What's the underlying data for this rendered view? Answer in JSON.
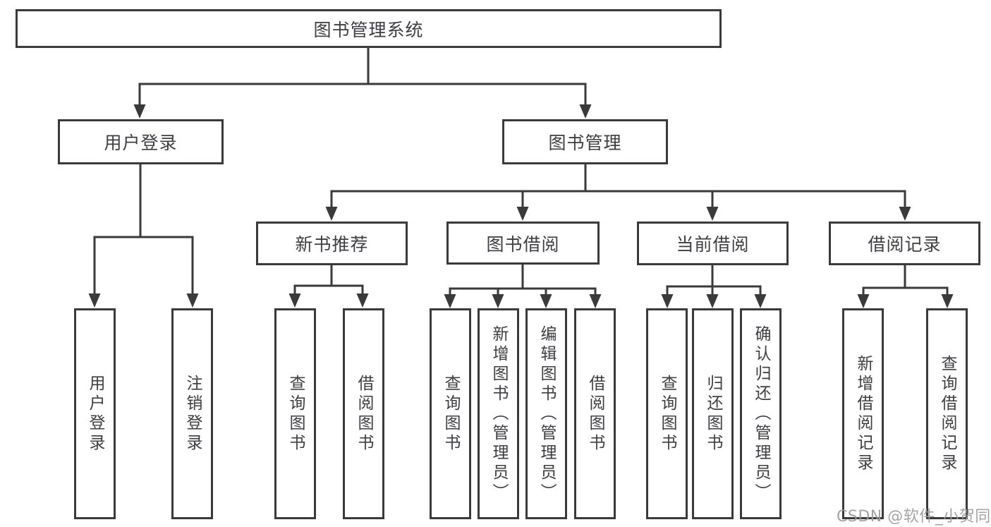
{
  "title": {
    "label": "图书管理系统"
  },
  "nodes": {
    "user_login": {
      "label": "用户登录",
      "children": [
        "用户登录",
        "注销登录"
      ]
    },
    "book_mgmt": {
      "label": "图书管理",
      "children": {
        "new_books": {
          "label": "新书推荐",
          "children": [
            "查询图书",
            "借阅图书"
          ]
        },
        "borrow": {
          "label": "图书借阅",
          "children": [
            "查询图书",
            "新增图书（管理员）",
            "编辑图书（管理员）",
            "借阅图书"
          ]
        },
        "current": {
          "label": "当前借阅",
          "children": [
            "查询图书",
            "归还图书",
            "确认归还（管理员）"
          ]
        },
        "records": {
          "label": "借阅记录",
          "children": [
            "新增借阅记录",
            "查询借阅记录"
          ]
        }
      }
    }
  },
  "watermark": {
    "text": "CSDN @软件_小贺同学"
  },
  "colors": {
    "line": "#3a3a3a",
    "text": "#3d3d44",
    "background": "#ffffff",
    "watermark": "#9b9b9b"
  }
}
